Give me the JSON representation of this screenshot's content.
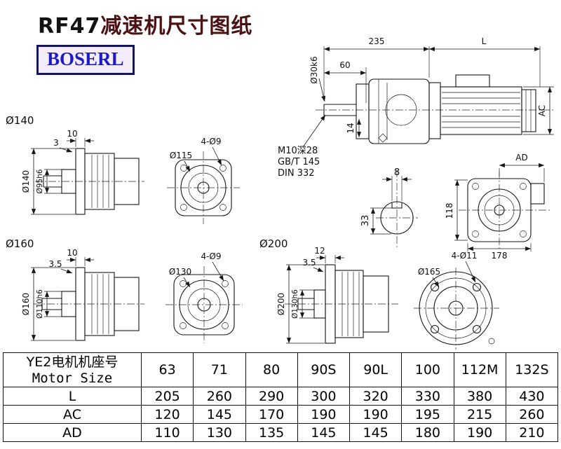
{
  "title": {
    "model": "RF47",
    "suffix": "减速机尺寸图纸"
  },
  "logo": {
    "text": "BOSERL"
  },
  "notes": {
    "tap": "M10深28",
    "std1": "GB/T 145",
    "std2": "DIN 332"
  },
  "dims": {
    "len_gear": "235",
    "len_motor": "L",
    "len_60": "60",
    "shaft": "Ø30k6",
    "dim14": "14",
    "ac": "AC",
    "ad": "AD",
    "key_w": "8",
    "key_h": "33",
    "rear_h": "118",
    "rear_w": "178",
    "v1_name": "Ø140",
    "v1_t": "10",
    "v1_s": "3",
    "v1_od": "Ø140",
    "v1_spigot": "Ø95h6",
    "f1_holes": "4-Ø9",
    "f1_bc": "Ø115",
    "v2_name": "Ø160",
    "v2_t": "10",
    "v2_s": "3.5",
    "v2_od": "Ø160",
    "v2_spigot": "Ø110h6",
    "f2_holes": "4-Ø9",
    "f2_bc": "Ø130",
    "v3_name": "Ø200",
    "v3_t": "12",
    "v3_s": "3.5",
    "v3_od": "Ø200",
    "v3_spigot": "Ø130h6",
    "f3_holes": "4-Ø11",
    "f3_bc": "Ø165"
  },
  "table": {
    "header_cn": "YE2电机机座号",
    "header_en": "Motor Size",
    "columns": [
      "63",
      "71",
      "80",
      "90S",
      "90L",
      "100",
      "112M",
      "132S"
    ],
    "rows": [
      {
        "name": "L",
        "values": [
          "205",
          "260",
          "290",
          "300",
          "320",
          "330",
          "380",
          "430"
        ]
      },
      {
        "name": "AC",
        "values": [
          "120",
          "145",
          "170",
          "190",
          "190",
          "195",
          "215",
          "260"
        ]
      },
      {
        "name": "AD",
        "values": [
          "110",
          "130",
          "135",
          "145",
          "145",
          "180",
          "190",
          "210"
        ]
      }
    ]
  }
}
